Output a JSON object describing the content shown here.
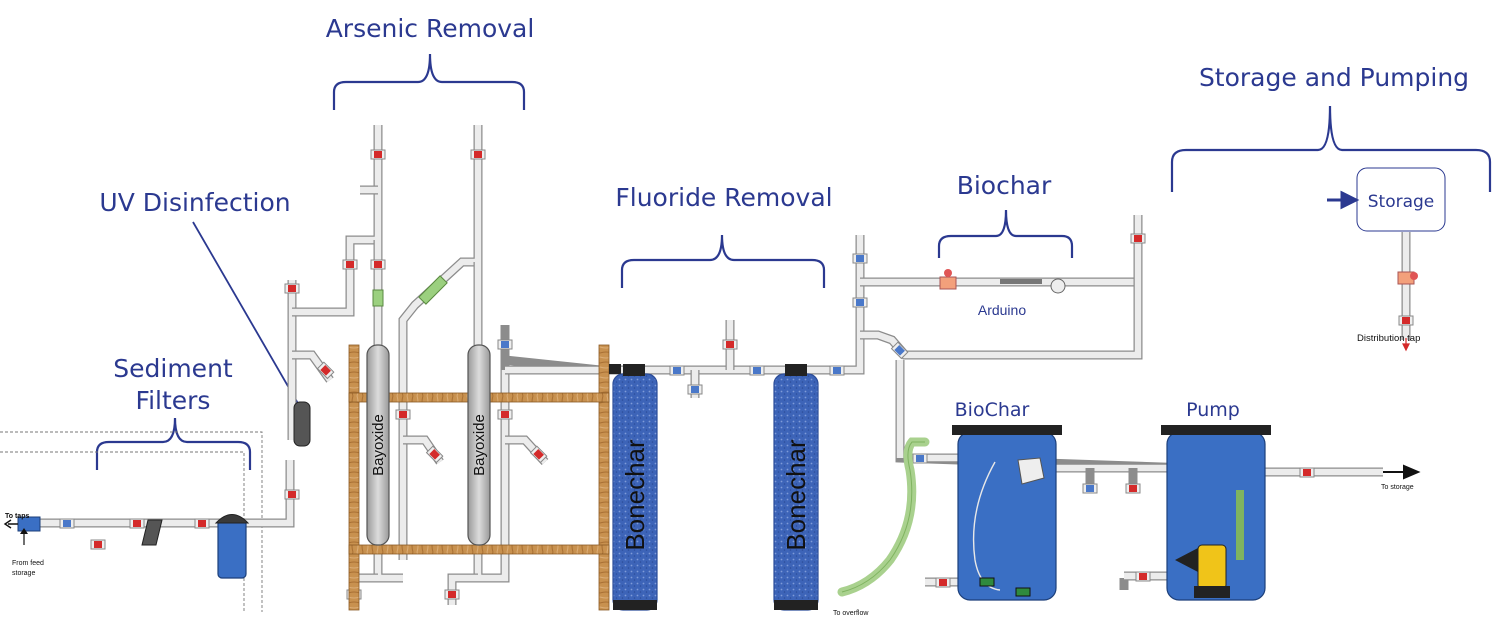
{
  "sections": {
    "arsenic_removal": "Arsenic Removal",
    "uv_disinfection": "UV Disinfection",
    "sediment_filters_line1": "Sediment",
    "sediment_filters_line2": "Filters",
    "fluoride_removal": "Fluoride Removal",
    "biochar": "Biochar",
    "storage_and_pumping": "Storage and Pumping"
  },
  "components": {
    "bayoxide_1": "Bayoxide",
    "bayoxide_2": "Bayoxide",
    "bonechar_1": "Bonechar",
    "bonechar_2": "Bonechar",
    "arduino": "Arduino",
    "biochar_tank": "BioChar",
    "pump_tank": "Pump",
    "storage_box": "Storage"
  },
  "labels": {
    "to_taps": "To taps",
    "from_feed_line1": "From feed",
    "from_feed_line2": "storage",
    "to_overflow": "To overflow",
    "to_storage": "To storage",
    "distribution_tap": "Distribution tap"
  },
  "colors": {
    "title_blue": "#2b3990",
    "tank_blue": "#3a6fc4",
    "valve_red": "#d42a2a",
    "hose_green": "#a9d18e",
    "wood": "#c48a4a"
  }
}
